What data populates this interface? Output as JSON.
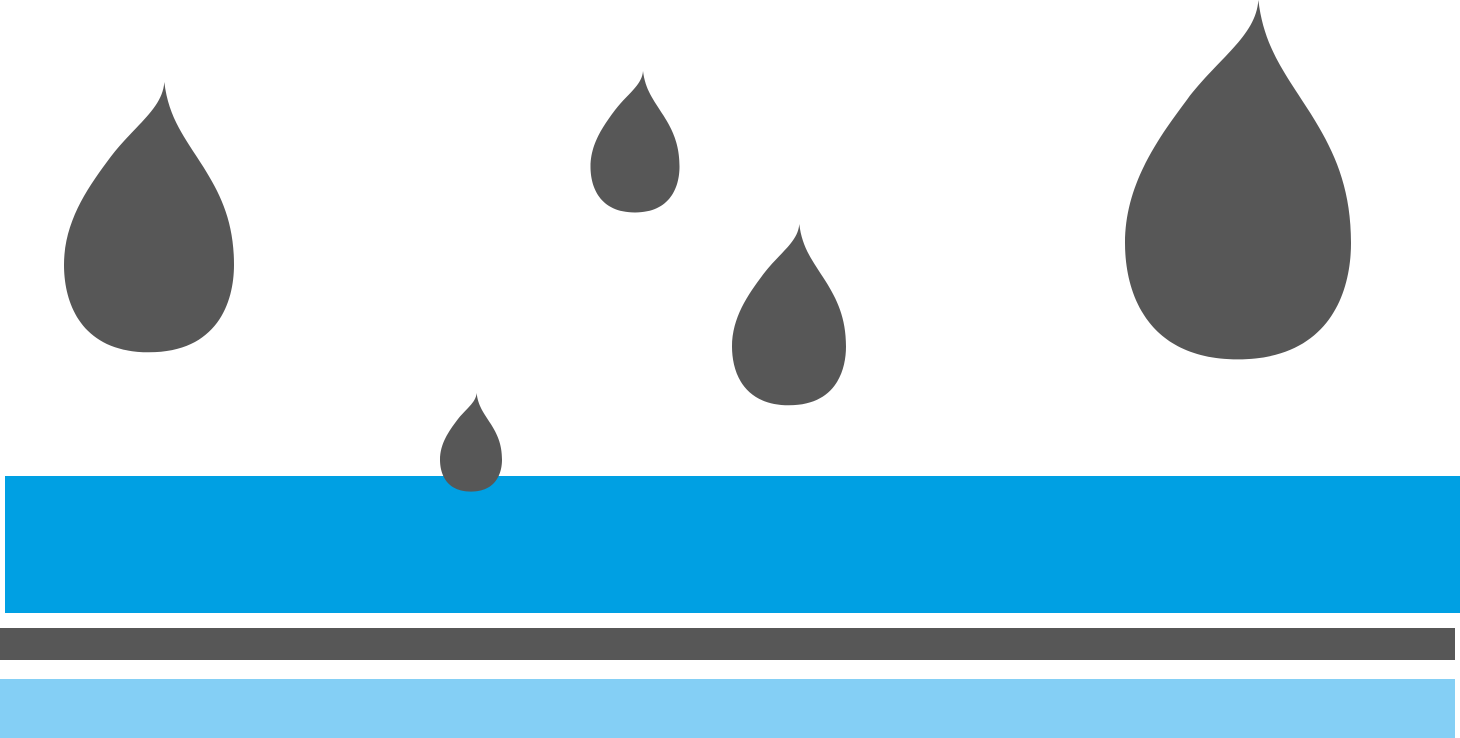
{
  "colors": {
    "background": "#ffffff",
    "droplet": "#575757",
    "outer_layer": "#00a0e3",
    "membrane": "#575757",
    "inner_layer": "#84cff5"
  },
  "elements": {
    "droplets": [
      {
        "icon": "water-drop-icon"
      },
      {
        "icon": "water-drop-icon"
      },
      {
        "icon": "water-drop-icon"
      },
      {
        "icon": "water-drop-icon"
      },
      {
        "icon": "water-drop-icon"
      }
    ],
    "layers": [
      {
        "role": "outer-fabric-layer"
      },
      {
        "role": "membrane-layer"
      },
      {
        "role": "inner-lining-layer"
      }
    ]
  }
}
